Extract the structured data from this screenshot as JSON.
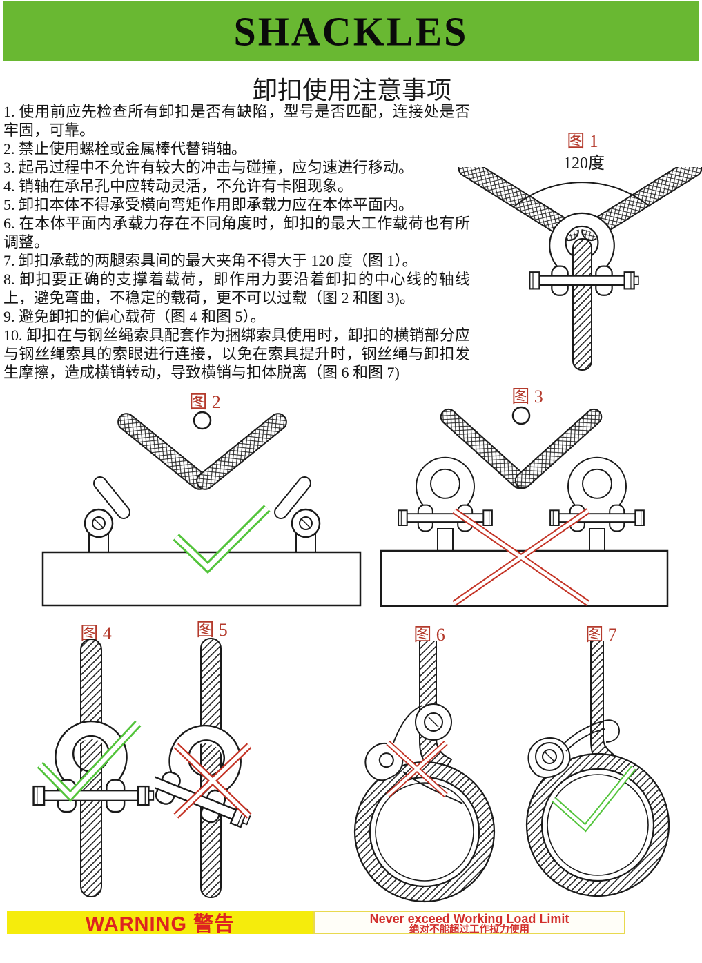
{
  "header": {
    "title": "SHACKLES"
  },
  "notice": {
    "title": "卸扣使用注意事项",
    "items": [
      "1. 使用前应先检查所有卸扣是否有缺陷，型号是否匹配，连接处是否牢固，可靠。",
      "2. 禁止使用螺栓或金属棒代替销轴。",
      "3. 起吊过程中不允许有较大的冲击与碰撞，应匀速进行移动。",
      "4. 销轴在承吊孔中应转动灵活，不允许有卡阻现象。",
      "5. 卸扣本体不得承受横向弯矩作用即承载力应在本体平面内。",
      "6. 在本体平面内承载力存在不同角度时，卸扣的最大工作载荷也有所调整。",
      "7. 卸扣承载的两腿索具间的最大夹角不得大于 120 度（图 1）。",
      "8. 卸扣要正确的支撑着载荷，即作用力要沿着卸扣的中心线的轴线上，避免弯曲，不稳定的载荷，更不可以过载（图 2 和图 3)。",
      "9. 避免卸扣的偏心载荷（图 4 和图 5）。",
      "10. 卸扣在与钢丝绳索具配套作为捆绑索具使用时，卸扣的横销部分应与钢丝绳索具的索眼进行连接，以免在索具提升时，钢丝绳与卸扣发生摩擦，造成横销转动，导致横销与扣体脱离（图 6 和图 7)"
    ]
  },
  "figures": {
    "fig1": {
      "label": "图 1",
      "note": "120度",
      "status": "max-angle-120"
    },
    "fig2": {
      "label": "图 2",
      "status": "correct"
    },
    "fig3": {
      "label": "图 3",
      "status": "incorrect"
    },
    "fig4": {
      "label": "图 4",
      "status": "correct"
    },
    "fig5": {
      "label": "图 5",
      "status": "incorrect"
    },
    "fig6": {
      "label": "图 6",
      "status": "incorrect"
    },
    "fig7": {
      "label": "图 7",
      "status": "correct"
    }
  },
  "warning": {
    "label": "WARNING 警告",
    "line1": "Never exceed Working Load Limit",
    "line2": "绝对不能超过工作拉力使用"
  },
  "colors": {
    "header_green": "#69b832",
    "figure_label_red": "#b43a2c",
    "check_green": "#53c43b",
    "cross_red": "#c43325",
    "warning_yellow": "#f5ec0c",
    "warning_red": "#dd2420"
  }
}
